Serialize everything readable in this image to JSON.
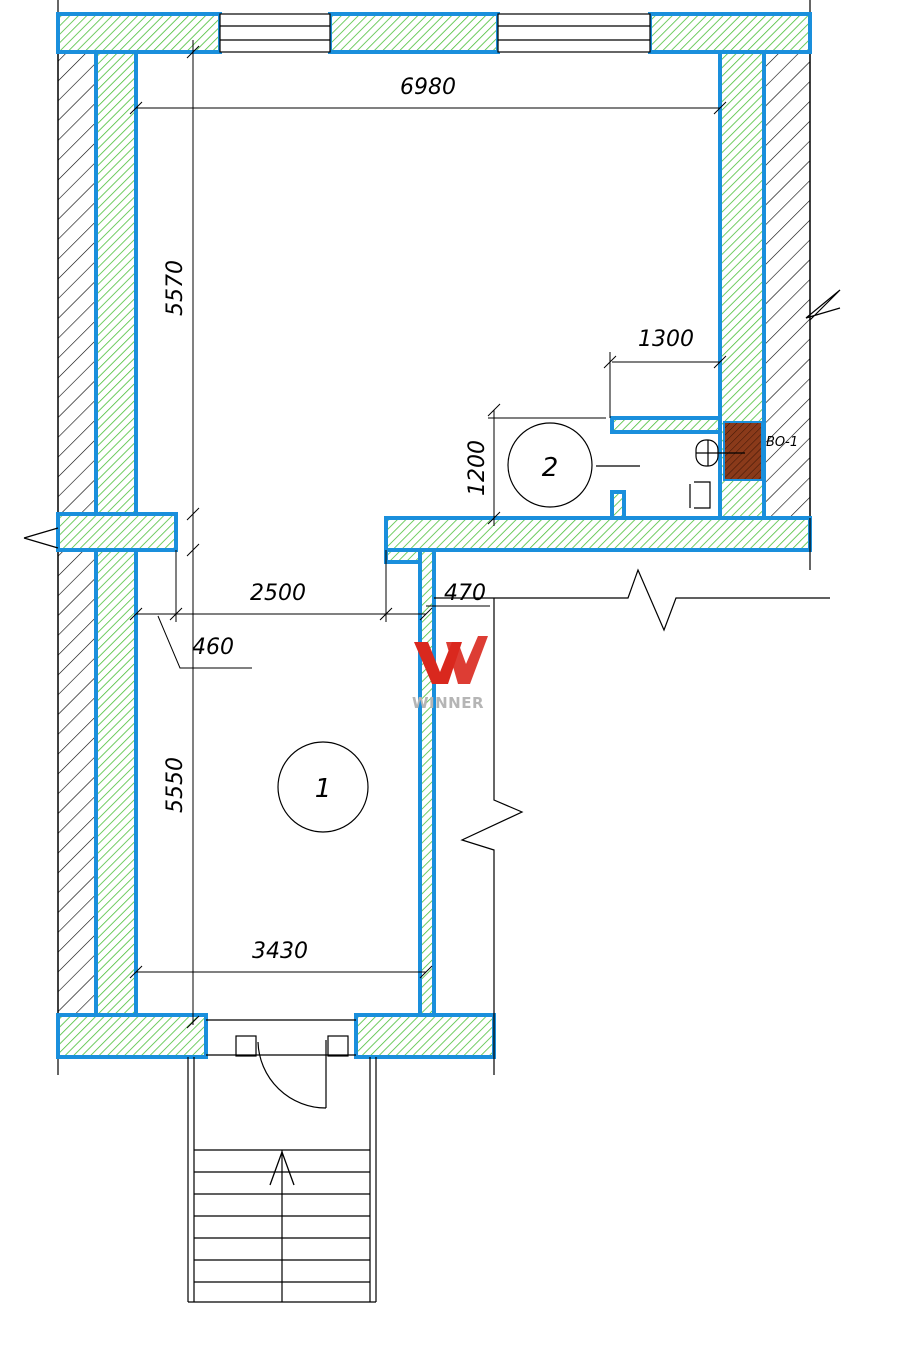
{
  "plan": {
    "dimensions": {
      "width_main": "6980",
      "height_main": "5570",
      "width_corridor": "2500",
      "wall_thickness": "460",
      "wall_gap": "470",
      "height_lower": "5550",
      "width_lower": "3430",
      "width_wc": "1300",
      "height_wc": "1200"
    },
    "rooms": {
      "room_1": "1",
      "room_2": "2"
    },
    "equipment_label": "ВО-1",
    "watermark": "WINNER",
    "colors": {
      "wall_outline": "#1a8fdc",
      "wall_hatch": "#4cbf3a",
      "riser_block": "#8a3a1a"
    }
  }
}
